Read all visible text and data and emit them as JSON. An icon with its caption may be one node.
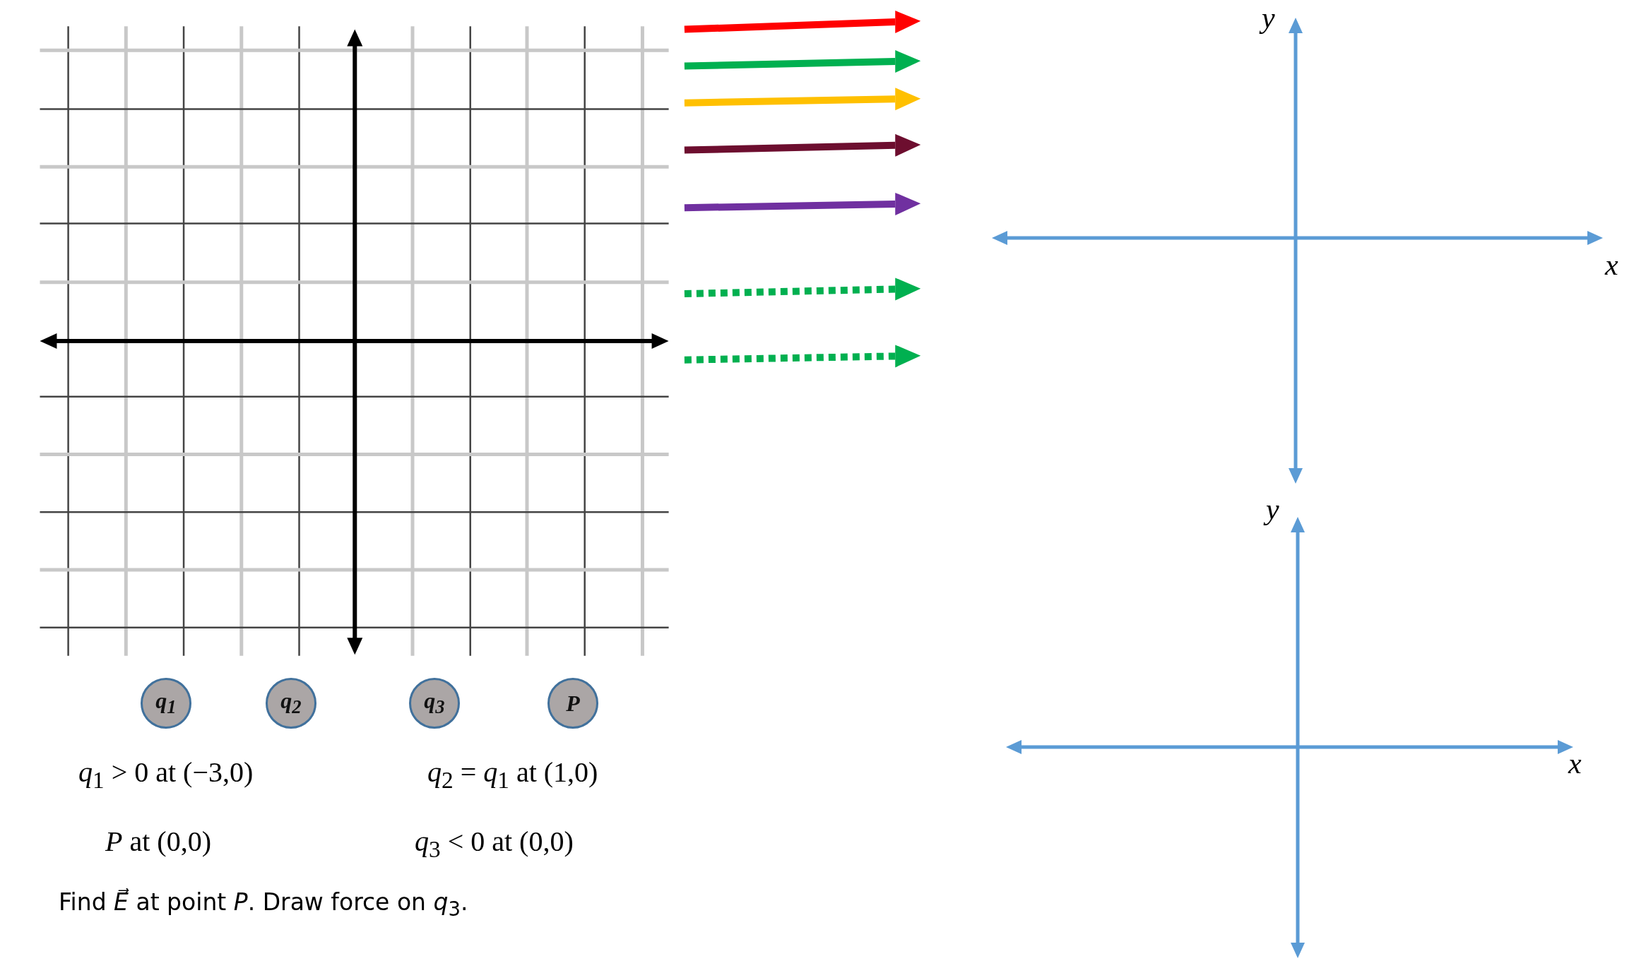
{
  "diagram": {
    "nodes": [
      {
        "text": [
          "q$_{1}$"
        ]
      },
      {
        "text": [
          "q$_{2}$"
        ]
      },
      {
        "text": [
          "q$_{3}$"
        ]
      },
      {
        "text": [
          "P"
        ]
      }
    ],
    "labels": [
      "*q*$_{1}$ > 0  at (−3,0)",
      "*q*$_{2}$ = *q*$_{1}$ at (1,0)",
      "*P* at (0,0)",
      "*q*$_{3}$ < 0  at (0,0)",
      "Find *E⃗* at point *P*.  Draw force on *q*$_{3}$.",
      "y",
      "x",
      "y",
      "x"
    ]
  }
}
